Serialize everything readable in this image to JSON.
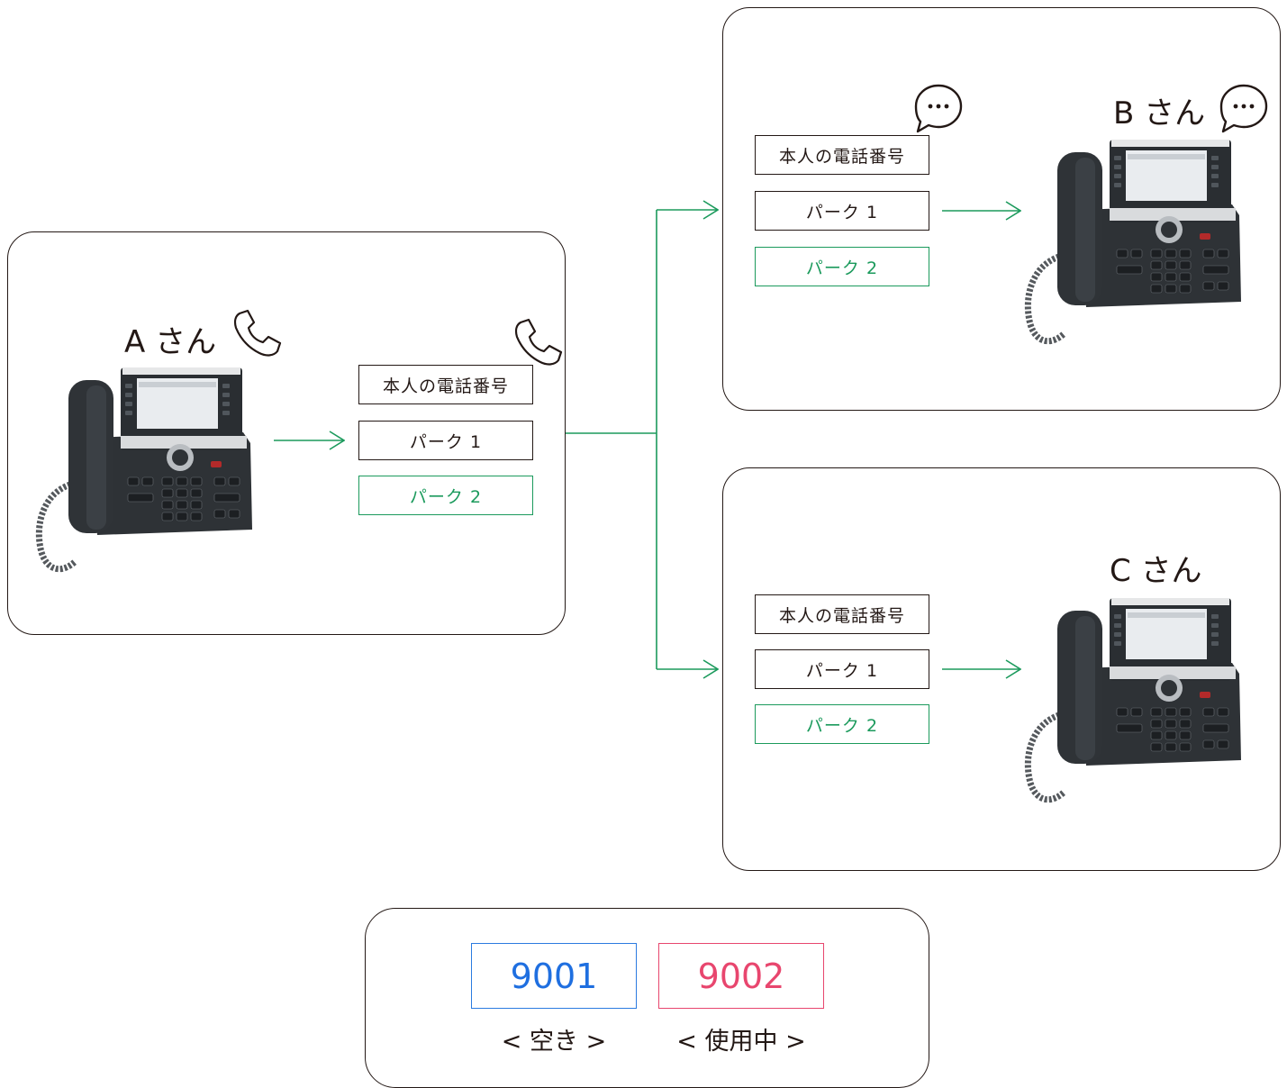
{
  "colors": {
    "line": "#1b9a5c",
    "border": "#231815",
    "free": "#1f6fe0",
    "busy": "#e8466e"
  },
  "a": {
    "name": "A さん",
    "btn_self": "本人の電話番号",
    "btn_park1": "パーク 1",
    "btn_park2": "パーク 2",
    "icon": "phone-icon"
  },
  "b": {
    "name": "B さん",
    "btn_self": "本人の電話番号",
    "btn_park1": "パーク 1",
    "btn_park2": "パーク 2",
    "icon": "chat-bubble-icon"
  },
  "c": {
    "name": "C さん",
    "btn_self": "本人の電話番号",
    "btn_park1": "パーク 1",
    "btn_park2": "パーク 2"
  },
  "legend": {
    "free": {
      "number": "9001",
      "label": "< 空き >"
    },
    "busy": {
      "number": "9002",
      "label": "< 使用中 >"
    }
  }
}
